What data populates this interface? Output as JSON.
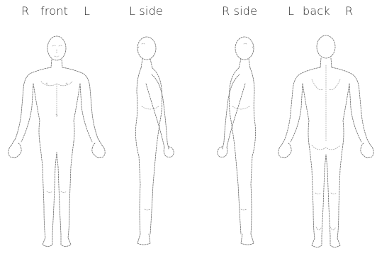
{
  "views": {
    "front": {
      "left_letter": "R",
      "title": "front",
      "right_letter": "L"
    },
    "left_side": {
      "title": "L side"
    },
    "right_side": {
      "title": "R side"
    },
    "back": {
      "left_letter": "L",
      "title": "back",
      "right_letter": "R"
    }
  },
  "style": {
    "background": "#ffffff",
    "line_color": "#6a6a6a",
    "text_color": "#2a2a2a"
  }
}
